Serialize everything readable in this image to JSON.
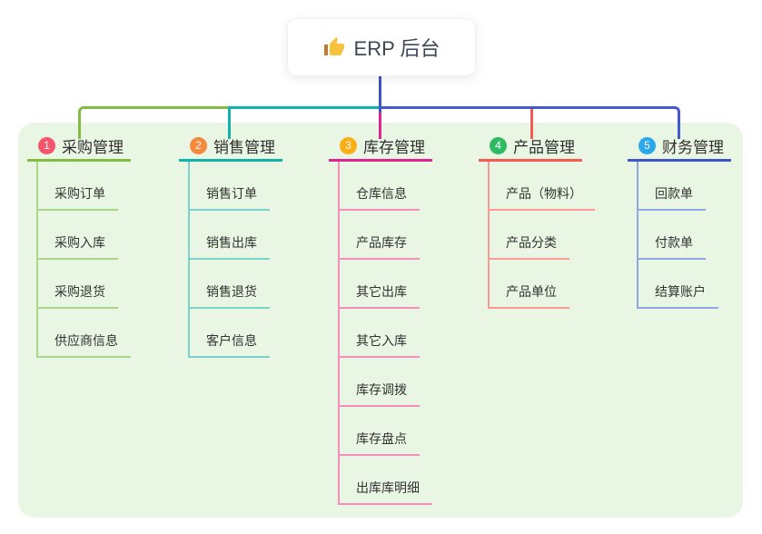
{
  "root": {
    "label": "ERP 后台",
    "icon": "thumbs-up-icon"
  },
  "connectors": {
    "root_line": "#4152c8",
    "left_segment": "#82bc42",
    "mid_segment": "#12b2aa",
    "right_segment": "#4458d0",
    "inventory_drop": "#dd2491",
    "product_drop": "#f75953"
  },
  "panel_color": "#e9f6e3",
  "branches": [
    {
      "number": "1",
      "title": "采购管理",
      "badge_color": "#f5566d",
      "line_color": "#82bc42",
      "child_line_color": "#aad687",
      "children": [
        "采购订单",
        "采购入库",
        "采购退货",
        "供应商信息"
      ]
    },
    {
      "number": "2",
      "title": "销售管理",
      "badge_color": "#f68a3c",
      "line_color": "#12b2aa",
      "child_line_color": "#7ad3c9",
      "children": [
        "销售订单",
        "销售出库",
        "销售退货",
        "客户信息"
      ]
    },
    {
      "number": "3",
      "title": "库存管理",
      "badge_color": "#fbaf17",
      "line_color": "#dd2491",
      "child_line_color": "#f48fbb",
      "children": [
        "仓库信息",
        "产品库存",
        "其它出库",
        "其它入库",
        "库存调拨",
        "库存盘点",
        "出库库明细"
      ]
    },
    {
      "number": "4",
      "title": "产品管理",
      "badge_color": "#2eba62",
      "line_color": "#f75953",
      "child_line_color": "#f99b94",
      "children": [
        "产品（物料）",
        "产品分类",
        "产品单位"
      ]
    },
    {
      "number": "5",
      "title": "财务管理",
      "badge_color": "#2ba7ea",
      "line_color": "#3e56c9",
      "child_line_color": "#92a6e3",
      "children": [
        "回款单",
        "付款单",
        "结算账户"
      ]
    }
  ]
}
